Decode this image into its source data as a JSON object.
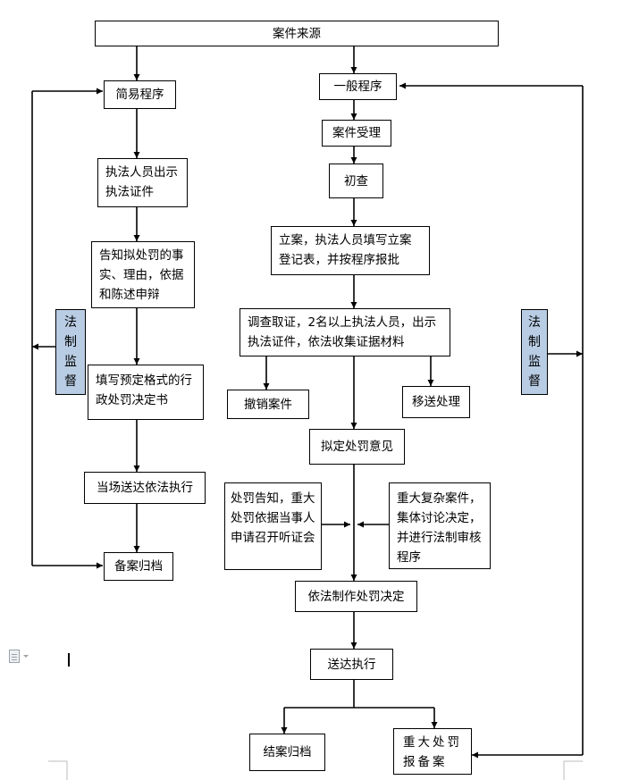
{
  "flow": {
    "source": "案件来源",
    "simple": {
      "title": "简易程序",
      "show_id": "执法人员出示执法证件",
      "inform": "告知拟处罚的事实、理由，依据和陈述申辩",
      "fill_form": "填写预定格式的行政处罚决定书",
      "deliver": "当场送达依法执行",
      "archive": "备案归档"
    },
    "general": {
      "title": "一般程序",
      "accept": "案件受理",
      "initial_check": "初查",
      "register": "立案，执法人员填写立案登记表，并按程序报批",
      "investigate": "调查取证，2名以上执法人员，出示执法证件，依法收集证据材料",
      "cancel": "撤销案件",
      "transfer": "移送处理",
      "draft_opinion": "拟定处罚意见",
      "notice_hearing": "处罚告知，重大处罚依据当事人申请召开听证会",
      "complex_case": "重大复杂案件，集体讨论决定，并进行法制审核程序",
      "make_decision": "依法制作处罚决定",
      "deliver_execute": "送达执行",
      "close_archive": "结案归档",
      "major_report": "重大处罚报备案"
    },
    "supervision_left": [
      "法",
      "制",
      "监",
      "督"
    ],
    "supervision_right": [
      "法",
      "制",
      "监",
      "督"
    ]
  },
  "colors": {
    "supervision_fill": "#b8cce4",
    "line": "#000000"
  }
}
